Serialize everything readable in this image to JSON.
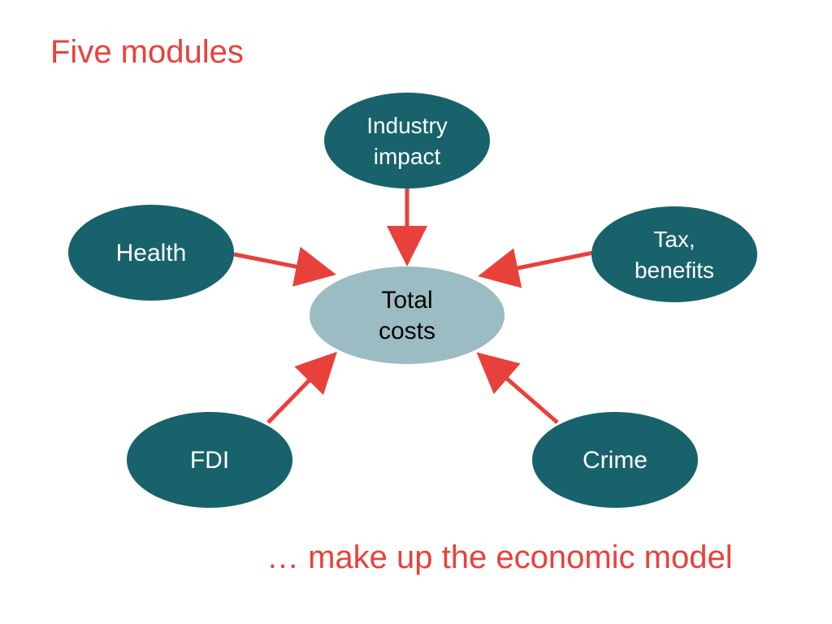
{
  "title": "Five modules",
  "caption": "… make up the economic model",
  "colors": {
    "text_accent": "#e8413c",
    "module_fill": "#17626b",
    "center_fill": "#9bbcc3",
    "arrow": "#e8413c",
    "module_text": "#ffffff",
    "center_text": "#000000"
  },
  "center": {
    "lines": [
      "Total",
      "costs"
    ]
  },
  "modules": [
    {
      "id": "industry-impact",
      "lines": [
        "Industry",
        "impact"
      ]
    },
    {
      "id": "health",
      "lines": [
        "Health"
      ]
    },
    {
      "id": "tax-benefits",
      "lines": [
        "Tax,",
        "benefits"
      ]
    },
    {
      "id": "fdi",
      "lines": [
        "FDI"
      ]
    },
    {
      "id": "crime",
      "lines": [
        "Crime"
      ]
    }
  ]
}
